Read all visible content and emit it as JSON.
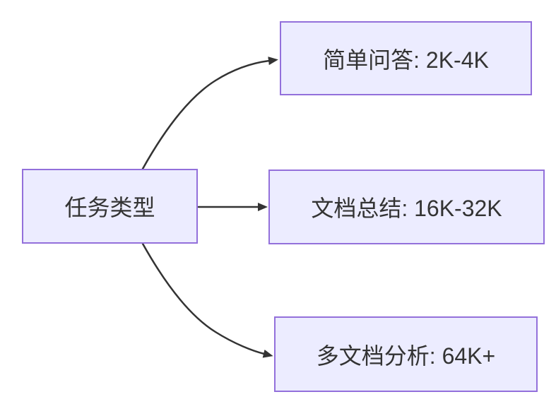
{
  "diagram": {
    "type": "flowchart-left-to-right",
    "root": {
      "id": "task-type",
      "label": "任务类型"
    },
    "branches": [
      {
        "id": "simple-qa",
        "label": "简单问答: 2K-4K"
      },
      {
        "id": "doc-summary",
        "label": "文档总结: 16K-32K"
      },
      {
        "id": "multi-doc-analysis",
        "label": "多文档分析: 64K+"
      }
    ],
    "edges": [
      {
        "from": "task-type",
        "to": "simple-qa"
      },
      {
        "from": "task-type",
        "to": "doc-summary"
      },
      {
        "from": "task-type",
        "to": "multi-doc-analysis"
      }
    ],
    "colors": {
      "background": "#FFFFFF",
      "node_fill": "#ECECFF",
      "node_border": "#9370DB",
      "edge_line": "#333333",
      "text": "#333333"
    }
  }
}
